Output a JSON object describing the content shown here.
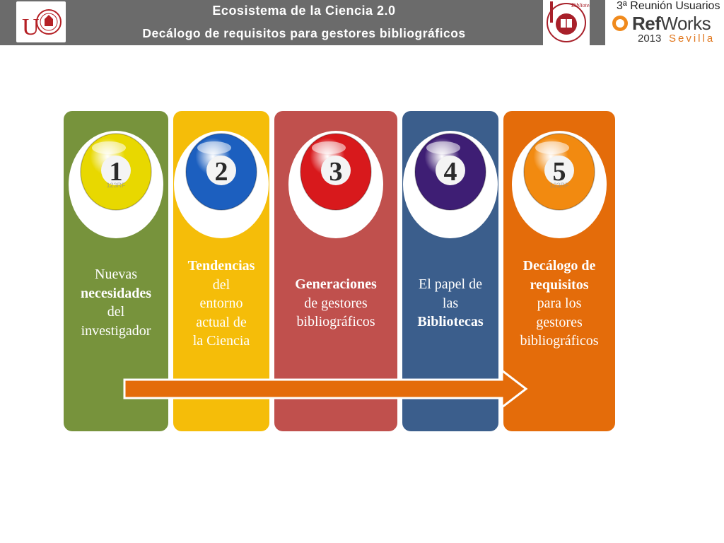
{
  "header": {
    "title": "Ecosistema de la Ciencia 2.0",
    "subtitle": "Decálogo de requisitos para gestores bibliográficos",
    "logo_us_letter": "U",
    "logo_bib_text": "Biblioteca",
    "refworks": {
      "event": "3ª Reunión Usuarios",
      "brand_ref": "Ref",
      "brand_works": "Works",
      "year": "2013",
      "city": "Sevilla"
    }
  },
  "colors": {
    "header_bg": "#6b6b6b",
    "col1": "#77933c",
    "col2": "#f5bd09",
    "col3": "#c0504d",
    "col4": "#3b5e8c",
    "col5": "#e46c0a",
    "arrow": "#e46c0a"
  },
  "columns": [
    {
      "number": "1",
      "watermark": "123RF",
      "ball_color": "#e8d800",
      "lines": [
        {
          "text": "Nuevas",
          "bold": false
        },
        {
          "text": "necesidades",
          "bold": true
        },
        {
          "text": "del",
          "bold": false
        },
        {
          "text": "investigador",
          "bold": false
        }
      ]
    },
    {
      "number": "2",
      "watermark": "",
      "ball_color": "#1c5fbf",
      "lines": [
        {
          "text": "Tendencias",
          "bold": true
        },
        {
          "text": "del",
          "bold": false
        },
        {
          "text": "entorno",
          "bold": false
        },
        {
          "text": "actual de",
          "bold": false
        },
        {
          "text": "la Ciencia",
          "bold": false
        }
      ]
    },
    {
      "number": "3",
      "watermark": "",
      "ball_color": "#d8191c",
      "lines": [
        {
          "text": "Generaciones",
          "bold": true
        },
        {
          "text": "de gestores",
          "bold": false
        },
        {
          "text": "bibliográficos",
          "bold": false
        }
      ]
    },
    {
      "number": "4",
      "watermark": "",
      "ball_color": "#3e1e74",
      "lines": [
        {
          "text": "El papel de",
          "bold": false
        },
        {
          "text": "las",
          "bold": false
        },
        {
          "text": "Bibliotecas",
          "bold": true
        }
      ]
    },
    {
      "number": "5",
      "watermark": "123RF",
      "ball_color": "#f28a10",
      "lines": [
        {
          "text": "Decálogo de",
          "bold": true
        },
        {
          "text": "requisitos",
          "bold": true
        },
        {
          "text": "para los",
          "bold": false
        },
        {
          "text": "gestores",
          "bold": false
        },
        {
          "text": "bibliográficos",
          "bold": false
        }
      ]
    }
  ]
}
